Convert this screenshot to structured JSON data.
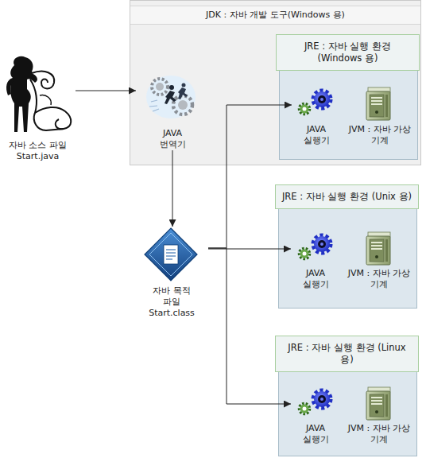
{
  "diagram": {
    "nodes": [
      {
        "text": [
          "자바 소스 파일 Start.java"
        ]
      },
      {
        "text": [
          "JDK : 자바 개발 도구(Windows 용)"
        ]
      },
      {
        "text": [
          "JAVA 번역기"
        ],
        "in": 1
      },
      {
        "text": [
          "JRE : 자바 실행 환경 (Windows 용)"
        ],
        "in": 1
      },
      {
        "text": [
          "JAVA 실행기"
        ],
        "in": 3
      },
      {
        "text": [
          "JVM : 자바 가상 기계"
        ],
        "in": 3
      },
      {
        "text": [
          "자바 목적 파일 Start.class"
        ]
      },
      {
        "text": [
          "JRE : 자바 실행 환경 (Unix 용)"
        ]
      },
      {
        "text": [
          "JAVA 실행기"
        ],
        "in": 7
      },
      {
        "text": [
          "JVM : 자바 가상 기계"
        ],
        "in": 7
      },
      {
        "text": [
          "JRE : 자바 실행 환경 (Linux 용)"
        ]
      },
      {
        "text": [
          "JAVA 실행기"
        ],
        "in": 10
      },
      {
        "text": [
          "JVM : 자바 가상 기계"
        ],
        "in": 10
      }
    ],
    "edges": [
      {
        "from": 0,
        "to": 2,
        "arrow": "to"
      },
      {
        "from": 2,
        "to": 6,
        "arrow": "to"
      },
      {
        "from": 6,
        "to": 4,
        "arrow": "to"
      },
      {
        "from": 6,
        "to": 8,
        "arrow": "to"
      },
      {
        "from": 6,
        "to": 11,
        "arrow": "to"
      }
    ]
  }
}
